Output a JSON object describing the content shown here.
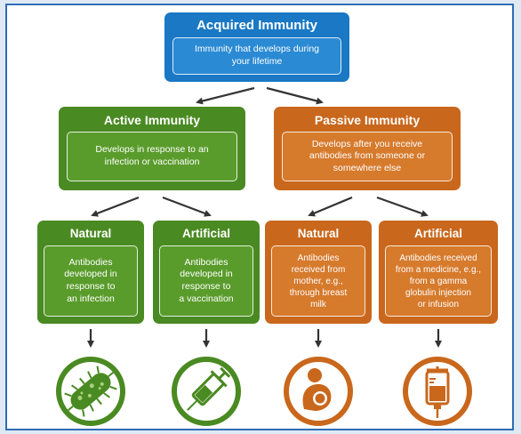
{
  "colors": {
    "blue": "#1a78c4",
    "green": "#4a8a22",
    "orange": "#c9671c",
    "frame": "#2f6db5",
    "arrow": "#333333"
  },
  "top": {
    "title": "Acquired Immunity",
    "desc": "Immunity that develops during\nyour lifetime"
  },
  "active": {
    "title": "Active Immunity",
    "desc": "Develops in response to an\ninfection or vaccination"
  },
  "passive": {
    "title": "Passive Immunity",
    "desc": "Develops after you receive\nantibodies from someone or\nsomewhere else"
  },
  "active_natural": {
    "title": "Natural",
    "desc": "Antibodies\ndeveloped in\nresponse to\nan infection",
    "icon": "bacteria-icon"
  },
  "active_artificial": {
    "title": "Artificial",
    "desc": "Antibodies\ndeveloped in\nresponse to\na vaccination",
    "icon": "syringe-icon"
  },
  "passive_natural": {
    "title": "Natural",
    "desc": "Antibodies\nreceived from\nmother, e.g.,\nthrough breast\nmilk",
    "icon": "breastfeeding-icon"
  },
  "passive_artificial": {
    "title": "Artificial",
    "desc": "Antibodies received\nfrom a medicine, e.g.,\nfrom a gamma\nglobulin injection\nor infusion",
    "icon": "iv-bag-icon"
  }
}
